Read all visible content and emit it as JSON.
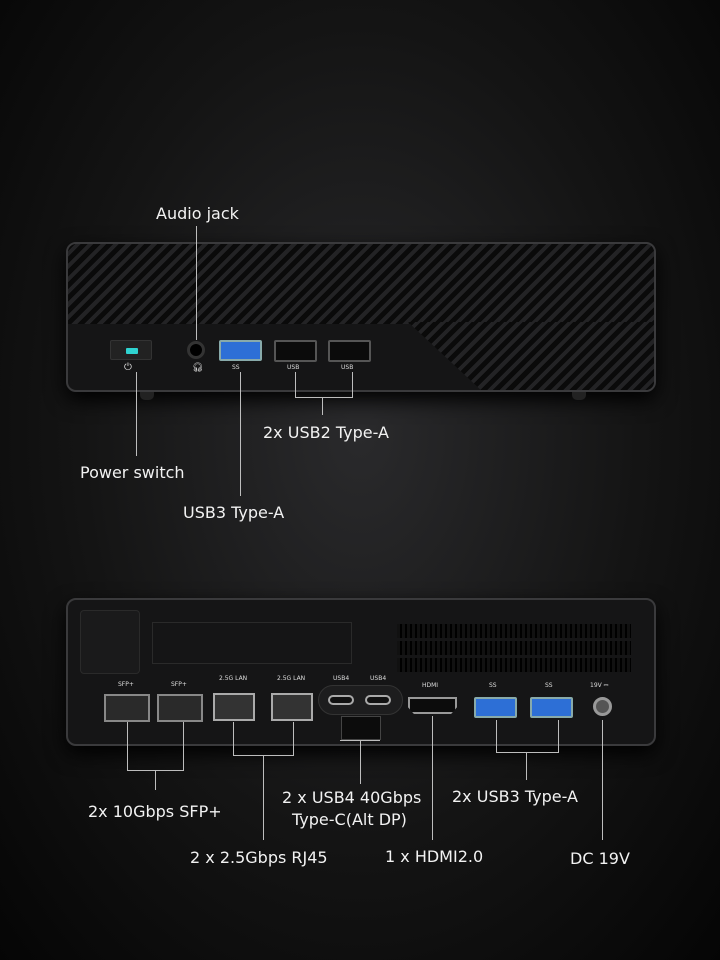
{
  "front": {
    "labels": {
      "audio": "Audio jack",
      "power": "Power switch",
      "usb3": "USB3 Type-A",
      "usb2": "2x USB2 Type-A"
    },
    "led_color": "#2fd3d0",
    "port_marks": {
      "usb3": "SS",
      "usb2": "USB"
    }
  },
  "rear": {
    "port_marks": {
      "sfp": "SFP+",
      "lan": "2.5G LAN",
      "usb4": "USB4",
      "hdmi": "HDMI",
      "usb3": "SS",
      "dc": "19V ⎓"
    },
    "labels": {
      "sfp": "2x 10Gbps SFP+",
      "rj45": "2 x 2.5Gbps RJ45",
      "usb4_line1": "2 x USB4 40Gbps",
      "usb4_line2": "Type-C(Alt DP)",
      "hdmi": "1 x HDMI2.0",
      "usb3": "2x USB3 Type-A",
      "dc": "DC 19V"
    }
  },
  "colors": {
    "usb3_blue": "#2d6fd6",
    "background": "#141414"
  }
}
